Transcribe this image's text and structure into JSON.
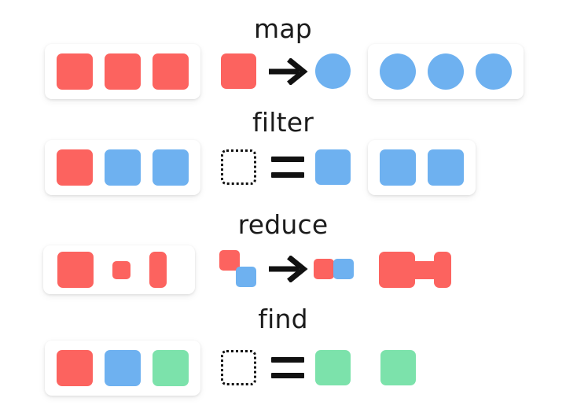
{
  "diagram": {
    "title_visible": false,
    "background": "#ffffff",
    "palette": {
      "red": "#FC635F",
      "blue": "#6EB1F0",
      "green": "#7CE2AB",
      "ink": "#111111",
      "card": "#ffffff"
    },
    "rows": [
      {
        "id": "map",
        "label": "map",
        "input": {
          "kind": "card",
          "items": [
            {
              "shape": "square",
              "color": "#FC635F"
            },
            {
              "shape": "square",
              "color": "#FC635F"
            },
            {
              "shape": "square",
              "color": "#FC635F"
            }
          ]
        },
        "operation": {
          "kind": "transform",
          "from": {
            "shape": "square",
            "color": "#FC635F"
          },
          "connector": "arrow-right",
          "to": {
            "shape": "circle",
            "color": "#6EB1F0"
          }
        },
        "output": {
          "kind": "card",
          "items": [
            {
              "shape": "circle",
              "color": "#6EB1F0"
            },
            {
              "shape": "circle",
              "color": "#6EB1F0"
            },
            {
              "shape": "circle",
              "color": "#6EB1F0"
            }
          ]
        }
      },
      {
        "id": "filter",
        "label": "filter",
        "input": {
          "kind": "card",
          "items": [
            {
              "shape": "square",
              "color": "#FC635F"
            },
            {
              "shape": "square",
              "color": "#6EB1F0"
            },
            {
              "shape": "square",
              "color": "#6EB1F0"
            }
          ]
        },
        "operation": {
          "kind": "predicate",
          "from": {
            "shape": "square",
            "color": "transparent",
            "outline": "dotted"
          },
          "connector": "equals",
          "to": {
            "shape": "square",
            "color": "#6EB1F0"
          }
        },
        "output": {
          "kind": "card",
          "items": [
            {
              "shape": "square",
              "color": "#6EB1F0"
            },
            {
              "shape": "square",
              "color": "#6EB1F0"
            }
          ]
        }
      },
      {
        "id": "reduce",
        "label": "reduce",
        "input": {
          "kind": "card",
          "items": [
            {
              "shape": "square",
              "color": "#FC635F",
              "size": "large"
            },
            {
              "shape": "square",
              "color": "#FC635F",
              "size": "small"
            },
            {
              "shape": "square",
              "color": "#FC635F",
              "size": "tall"
            }
          ]
        },
        "operation": {
          "kind": "accumulate",
          "from": [
            {
              "shape": "square",
              "color": "#FC635F",
              "size": "small"
            },
            {
              "shape": "square",
              "color": "#6EB1F0",
              "size": "small"
            }
          ],
          "connector": "arrow-right",
          "to": [
            {
              "shape": "square",
              "color": "#FC635F",
              "size": "small"
            },
            {
              "shape": "square",
              "color": "#6EB1F0",
              "size": "small"
            }
          ]
        },
        "output": {
          "kind": "composite",
          "items": [
            {
              "shape": "square",
              "color": "#FC635F",
              "size": "large"
            },
            {
              "shape": "square",
              "color": "#FC635F",
              "size": "small"
            },
            {
              "shape": "square",
              "color": "#FC635F",
              "size": "tall"
            }
          ]
        }
      },
      {
        "id": "find",
        "label": "find",
        "input": {
          "kind": "card",
          "items": [
            {
              "shape": "square",
              "color": "#FC635F"
            },
            {
              "shape": "square",
              "color": "#6EB1F0"
            },
            {
              "shape": "square",
              "color": "#7CE2AB"
            }
          ]
        },
        "operation": {
          "kind": "predicate",
          "from": {
            "shape": "square",
            "color": "transparent",
            "outline": "dotted"
          },
          "connector": "equals",
          "to": {
            "shape": "square",
            "color": "#7CE2AB"
          }
        },
        "output": {
          "kind": "bare",
          "items": [
            {
              "shape": "square",
              "color": "#7CE2AB"
            }
          ]
        }
      }
    ]
  }
}
